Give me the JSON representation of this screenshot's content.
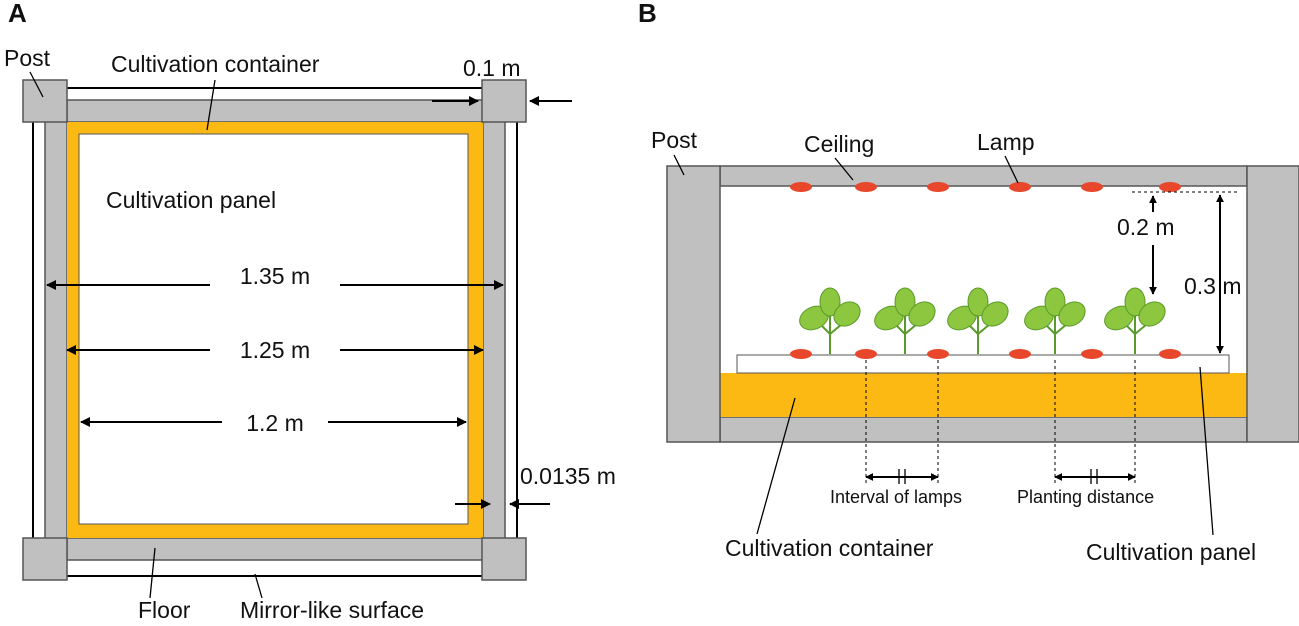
{
  "panel_a": {
    "letter": "A",
    "labels": {
      "post": "Post",
      "cultivation_container": "Cultivation container",
      "cultivation_panel": "Cultivation panel",
      "floor": "Floor",
      "mirror_surface": "Mirror-like surface"
    },
    "dimensions": {
      "post_width": "0.1 m",
      "outer_width": "1.35 m",
      "container_width": "1.25 m",
      "panel_width": "1.2 m",
      "gap": "0.0135 m"
    }
  },
  "panel_b": {
    "letter": "B",
    "labels": {
      "post": "Post",
      "ceiling": "Ceiling",
      "lamp": "Lamp",
      "cultivation_container": "Cultivation container",
      "cultivation_panel": "Cultivation panel",
      "interval_of_lamps": "Interval of lamps",
      "planting_distance": "Planting distance"
    },
    "dimensions": {
      "lamp_to_plant": "0.2 m",
      "lamp_to_panel": "0.3 m"
    }
  },
  "colors": {
    "structure": "#c0c0c0",
    "container": "#fdb913",
    "lamp": "#e8472b",
    "plant": "#8dc63f"
  }
}
